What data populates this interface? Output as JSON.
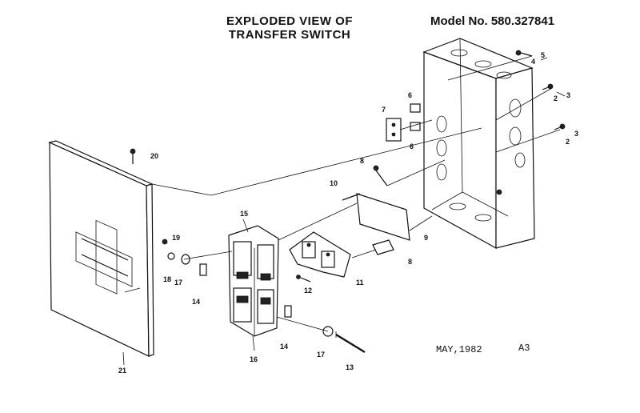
{
  "header": {
    "title_line1": "EXPLODED VIEW OF",
    "title_line2": "TRANSFER SWITCH",
    "model": "Model No. 580.327841"
  },
  "footer": {
    "date": "MAY,1982",
    "page_code": "A3"
  },
  "callouts": {
    "c1": "2",
    "c2": "3",
    "c3": "4",
    "c4": "5",
    "c5": "2",
    "c6": "3",
    "c7": "6",
    "c8": "6",
    "c9": "7",
    "c10": "8",
    "c11": "10",
    "c12": "9",
    "c13": "8",
    "c14": "11",
    "c15": "12",
    "c16": "15",
    "c17": "19",
    "c18": "18",
    "c19": "17",
    "c20": "14",
    "c21": "14",
    "c22": "17",
    "c23": "13",
    "c24": "16",
    "c25": "20",
    "c26": "21"
  }
}
